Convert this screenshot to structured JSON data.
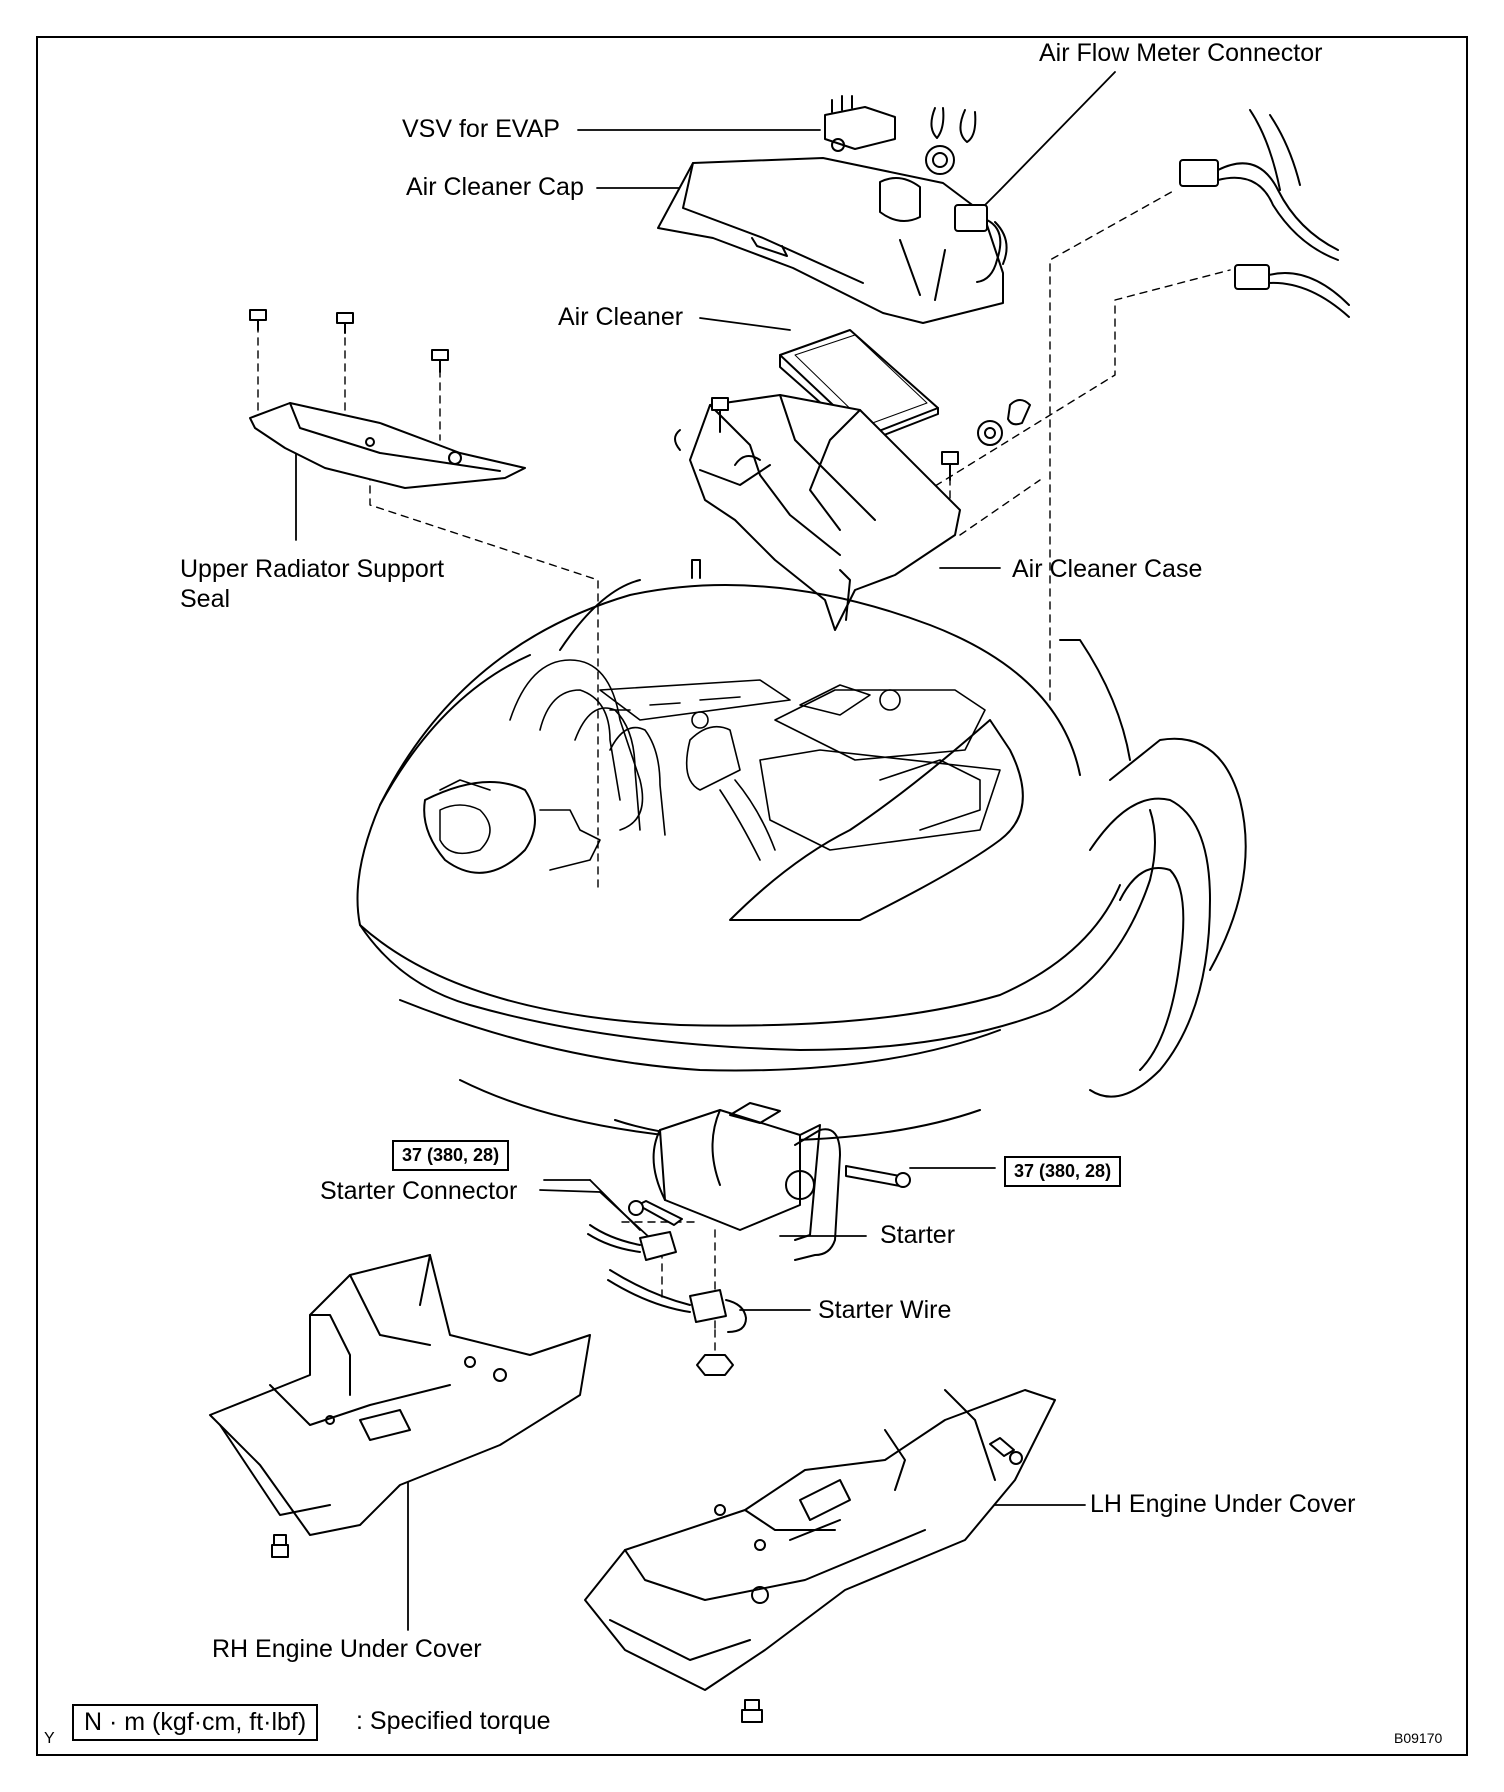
{
  "labels": {
    "air_flow_meter_connector": "Air Flow Meter Connector",
    "vsv_for_evap": "VSV for EVAP",
    "air_cleaner_cap": "Air Cleaner Cap",
    "air_cleaner": "Air Cleaner",
    "upper_radiator_support_seal_line1": "Upper Radiator Support",
    "upper_radiator_support_seal_line2": "Seal",
    "air_cleaner_case": "Air Cleaner Case",
    "starter_connector": "Starter Connector",
    "starter": "Starter",
    "starter_wire": "Starter Wire",
    "lh_engine_under_cover": "LH Engine Under Cover",
    "rh_engine_under_cover": "RH Engine Under Cover"
  },
  "torque_specs": {
    "starter_bolt_left": "37 (380, 28)",
    "starter_bolt_right": "37 (380, 28)"
  },
  "legend": {
    "unit_box": "N · m (kgf·cm, ft·lbf)",
    "description": ": Specified torque",
    "corner_mark": "Y"
  },
  "figure_id": "B09170"
}
